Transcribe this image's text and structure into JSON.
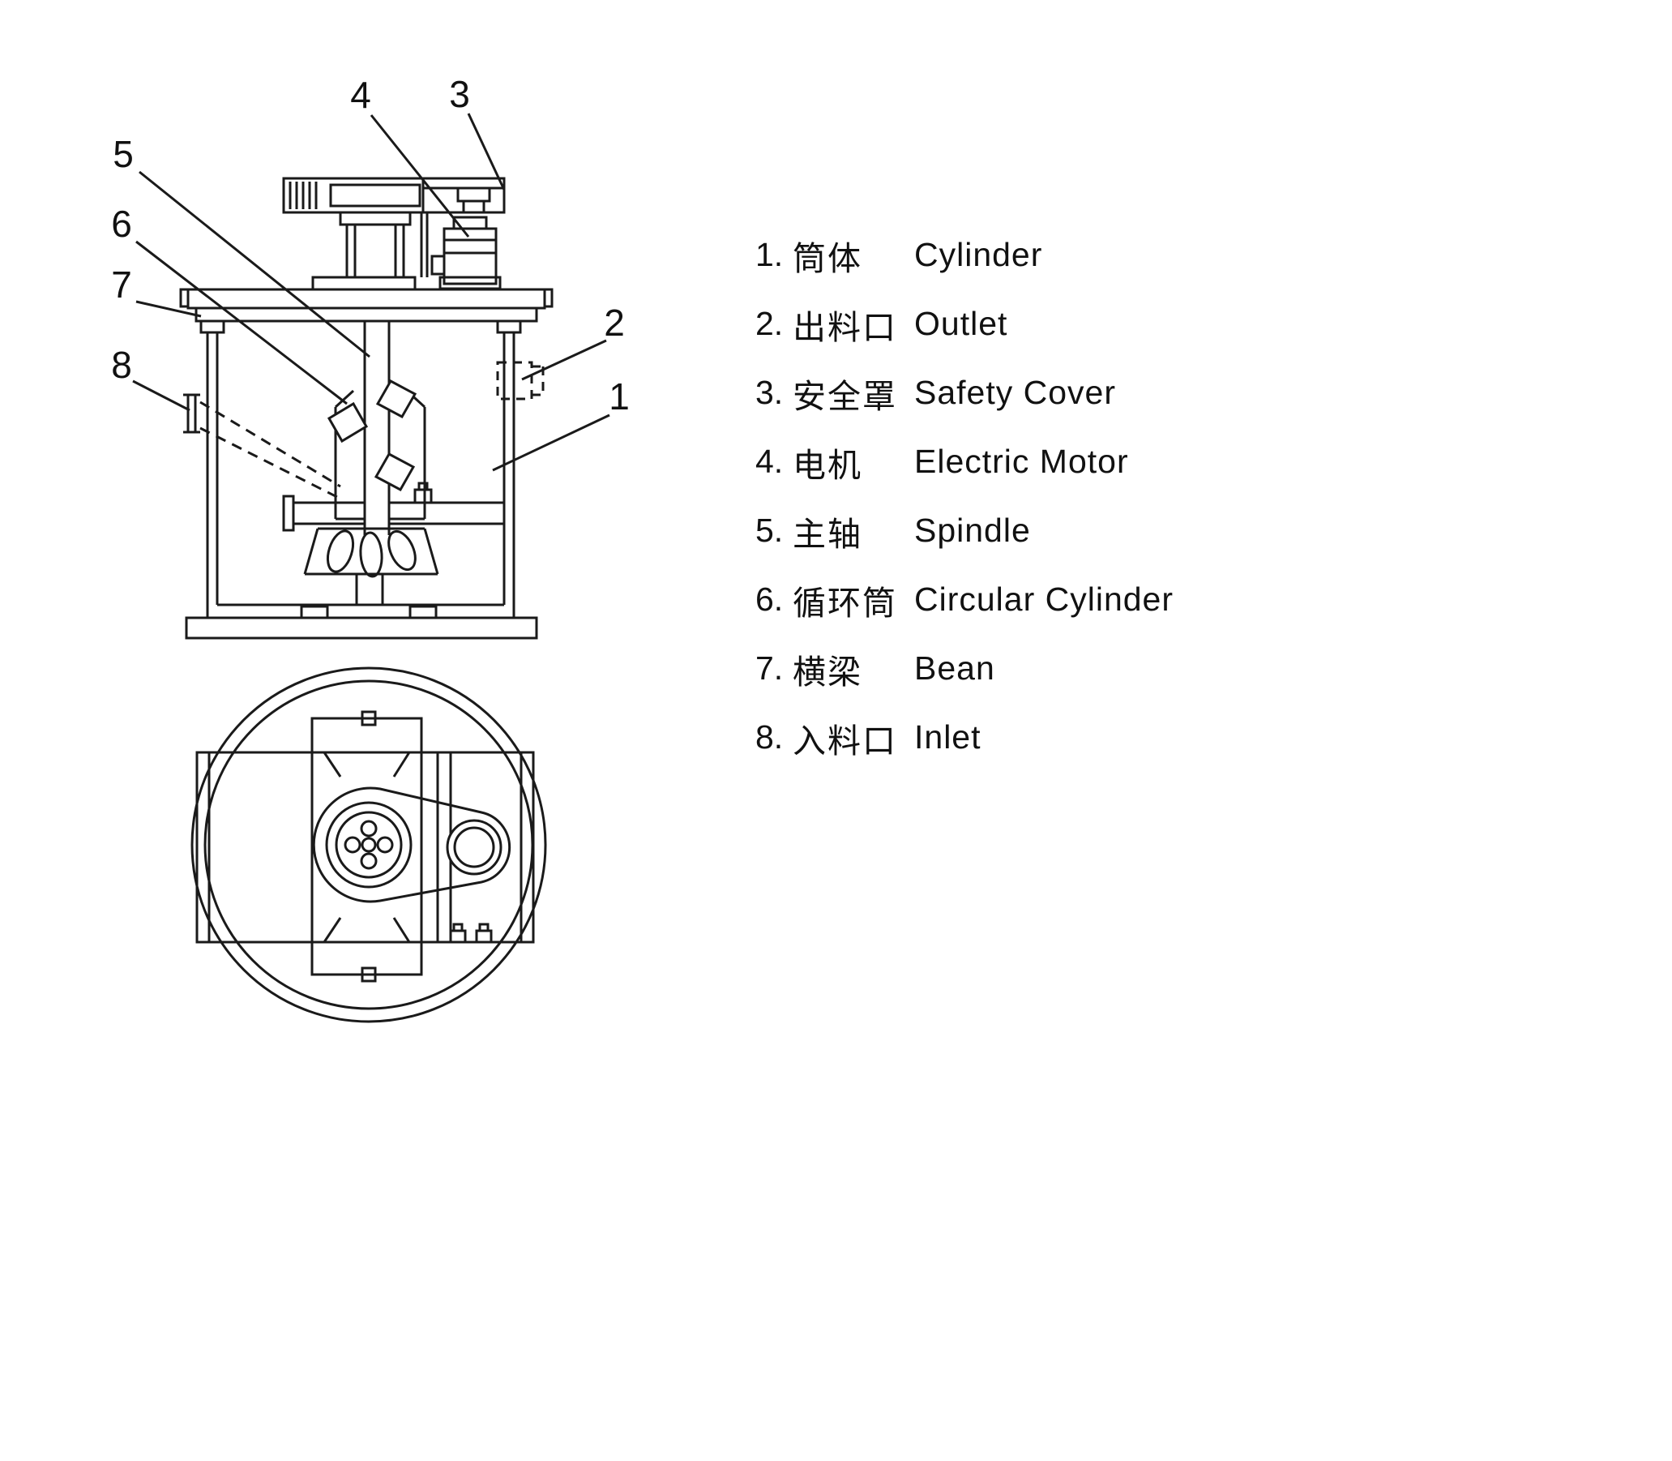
{
  "legend": {
    "items": [
      {
        "num": "1.",
        "zh": "筒体",
        "en": "Cylinder"
      },
      {
        "num": "2.",
        "zh": "出料口",
        "en": "Outlet"
      },
      {
        "num": "3.",
        "zh": "安全罩",
        "en": "Safety Cover"
      },
      {
        "num": "4.",
        "zh": "电机",
        "en": "Electric Motor"
      },
      {
        "num": "5.",
        "zh": "主轴",
        "en": "Spindle"
      },
      {
        "num": "6.",
        "zh": "循环筒",
        "en": "Circular Cylinder"
      },
      {
        "num": "7.",
        "zh": "横梁",
        "en": "Bean"
      },
      {
        "num": "8.",
        "zh": "入料口",
        "en": "Inlet"
      }
    ]
  },
  "callouts": {
    "cylinder": "1",
    "outlet": "2",
    "safety_cover": "3",
    "motor": "4",
    "spindle": "5",
    "circular_cylinder": "6",
    "beam": "7",
    "inlet": "8"
  },
  "colors": {
    "line": "#1a1a1a",
    "background": "#ffffff"
  }
}
